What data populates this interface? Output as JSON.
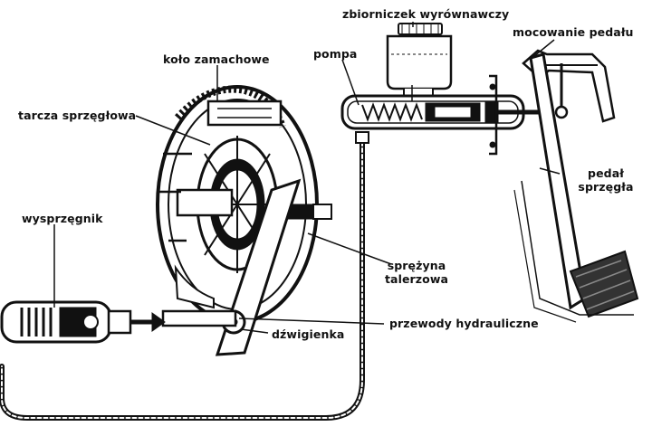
{
  "labels": {
    "reservoir": "zbiorniczek wyrównawczy",
    "pedal_mount": "mocowanie pedału",
    "pump": "pompa",
    "flywheel": "koło zamachowe",
    "clutch_disc": "tarcza sprzęgłowa",
    "pedal_line1": "pedał",
    "pedal_line2": "sprzęgła",
    "slave_cylinder": "wysprzęgnik",
    "spring_line1": "sprężyna",
    "spring_line2": "talerzowa",
    "hydraulic_lines": "przewody hydrauliczne",
    "lever": "dźwigienka"
  },
  "colors": {
    "ink": "#111111",
    "paper": "#ffffff"
  }
}
